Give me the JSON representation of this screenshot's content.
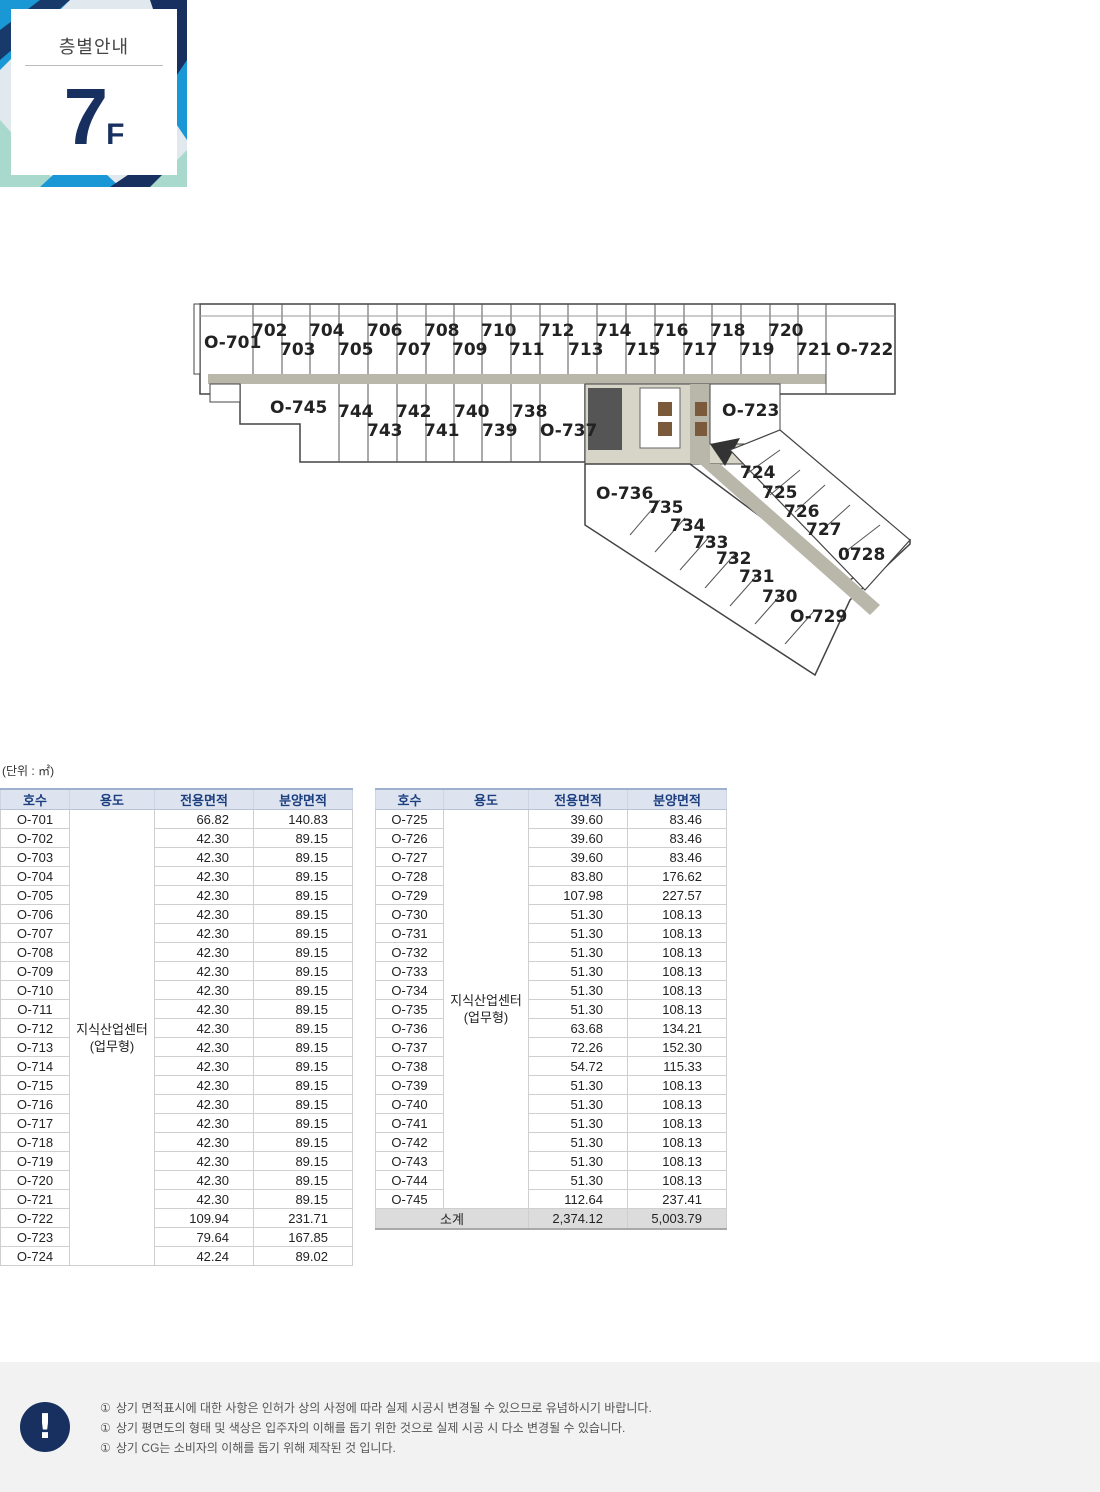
{
  "badge": {
    "title": "층별안내",
    "floor_number": "7",
    "floor_unit": "F"
  },
  "colors": {
    "navy": "#17305f",
    "blue": "#1a98d5",
    "mint": "#a8d9cc",
    "light": "#e1e8ee"
  },
  "floor_plan": {
    "units": [
      "O-701",
      "702",
      "703",
      "704",
      "705",
      "706",
      "707",
      "708",
      "709",
      "710",
      "711",
      "712",
      "713",
      "714",
      "715",
      "716",
      "717",
      "718",
      "719",
      "720",
      "721",
      "O-722",
      "O-723",
      "724",
      "725",
      "726",
      "727",
      "0728",
      "O-729",
      "730",
      "731",
      "732",
      "733",
      "734",
      "735",
      "O-736",
      "O-737",
      "738",
      "739",
      "740",
      "741",
      "742",
      "743",
      "744",
      "O-745"
    ]
  },
  "unit_caption": "(단위 : ㎡)",
  "table_headers": [
    "호수",
    "용도",
    "전용면적",
    "분양면적"
  ],
  "usage_label": {
    "line1": "지식산업센터",
    "line2": "(업무형)"
  },
  "left_rows": [
    [
      "O-701",
      "66.82",
      "140.83"
    ],
    [
      "O-702",
      "42.30",
      "89.15"
    ],
    [
      "O-703",
      "42.30",
      "89.15"
    ],
    [
      "O-704",
      "42.30",
      "89.15"
    ],
    [
      "O-705",
      "42.30",
      "89.15"
    ],
    [
      "O-706",
      "42.30",
      "89.15"
    ],
    [
      "O-707",
      "42.30",
      "89.15"
    ],
    [
      "O-708",
      "42.30",
      "89.15"
    ],
    [
      "O-709",
      "42.30",
      "89.15"
    ],
    [
      "O-710",
      "42.30",
      "89.15"
    ],
    [
      "O-711",
      "42.30",
      "89.15"
    ],
    [
      "O-712",
      "42.30",
      "89.15"
    ],
    [
      "O-713",
      "42.30",
      "89.15"
    ],
    [
      "O-714",
      "42.30",
      "89.15"
    ],
    [
      "O-715",
      "42.30",
      "89.15"
    ],
    [
      "O-716",
      "42.30",
      "89.15"
    ],
    [
      "O-717",
      "42.30",
      "89.15"
    ],
    [
      "O-718",
      "42.30",
      "89.15"
    ],
    [
      "O-719",
      "42.30",
      "89.15"
    ],
    [
      "O-720",
      "42.30",
      "89.15"
    ],
    [
      "O-721",
      "42.30",
      "89.15"
    ],
    [
      "O-722",
      "109.94",
      "231.71"
    ],
    [
      "O-723",
      "79.64",
      "167.85"
    ],
    [
      "O-724",
      "42.24",
      "89.02"
    ]
  ],
  "right_rows": [
    [
      "O-725",
      "39.60",
      "83.46"
    ],
    [
      "O-726",
      "39.60",
      "83.46"
    ],
    [
      "O-727",
      "39.60",
      "83.46"
    ],
    [
      "O-728",
      "83.80",
      "176.62"
    ],
    [
      "O-729",
      "107.98",
      "227.57"
    ],
    [
      "O-730",
      "51.30",
      "108.13"
    ],
    [
      "O-731",
      "51.30",
      "108.13"
    ],
    [
      "O-732",
      "51.30",
      "108.13"
    ],
    [
      "O-733",
      "51.30",
      "108.13"
    ],
    [
      "O-734",
      "51.30",
      "108.13"
    ],
    [
      "O-735",
      "51.30",
      "108.13"
    ],
    [
      "O-736",
      "63.68",
      "134.21"
    ],
    [
      "O-737",
      "72.26",
      "152.30"
    ],
    [
      "O-738",
      "54.72",
      "115.33"
    ],
    [
      "O-739",
      "51.30",
      "108.13"
    ],
    [
      "O-740",
      "51.30",
      "108.13"
    ],
    [
      "O-741",
      "51.30",
      "108.13"
    ],
    [
      "O-742",
      "51.30",
      "108.13"
    ],
    [
      "O-743",
      "51.30",
      "108.13"
    ],
    [
      "O-744",
      "51.30",
      "108.13"
    ],
    [
      "O-745",
      "112.64",
      "237.41"
    ]
  ],
  "total": {
    "label": "소계",
    "exclusive": "2,374.12",
    "sale": "5,003.79"
  },
  "notice": {
    "icon": "exclamation-icon",
    "mark": "①",
    "items": [
      "상기 면적표시에 대한 사항은 인허가 상의 사정에 따라 실제 시공시 변경될 수 있으므로 유념하시기 바랍니다.",
      "상기 평면도의 형태 및 색상은 입주자의 이해를 돕기 위한 것으로 실제 시공 시 다소 변경될 수 있습니다.",
      "상기 CG는 소비자의 이해를 돕기 위해 제작된 것 입니다."
    ]
  }
}
